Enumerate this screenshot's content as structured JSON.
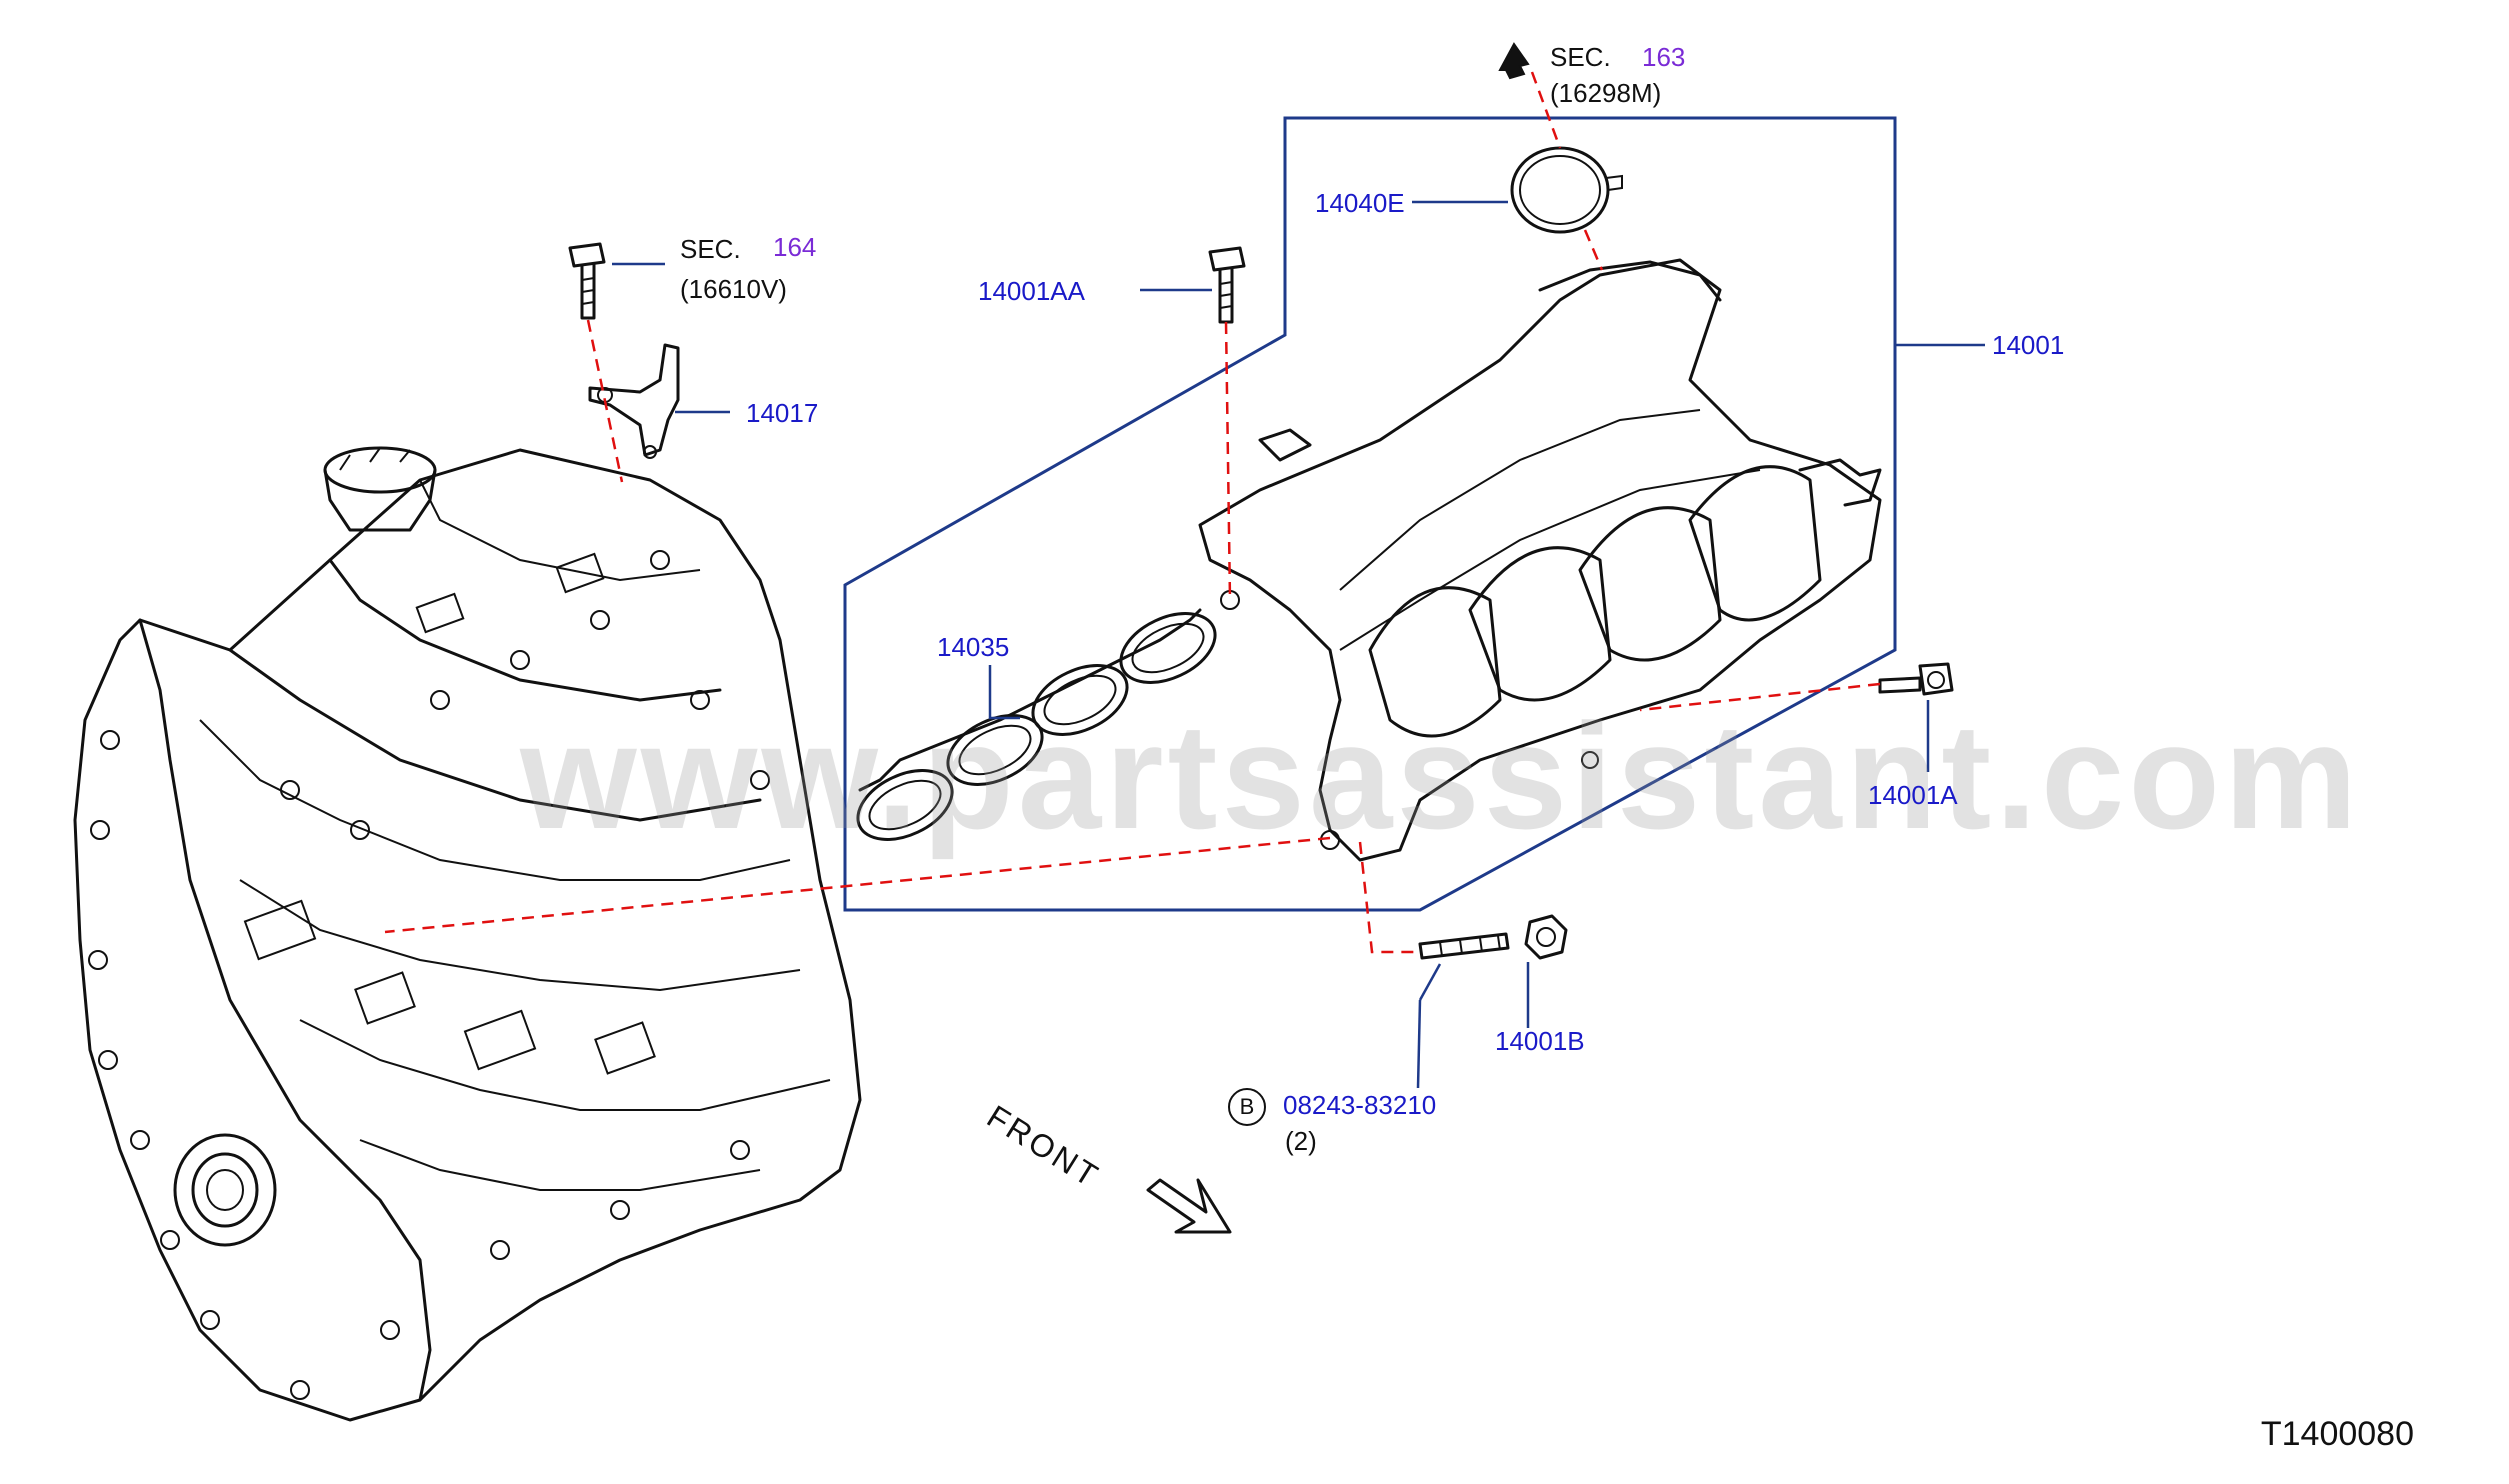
{
  "diagram": {
    "id": "T1400080",
    "watermark": "www.partsassistant.com",
    "front_label": "FRONT",
    "colors": {
      "part_link": "#1a1ac8",
      "section_link": "#7a2bd6",
      "leader_dash": "#e01010",
      "group_box": "#1e3a8a"
    }
  },
  "callouts": {
    "sec164": {
      "prefix": "SEC.",
      "number": "164",
      "sub": "(16610V)"
    },
    "sec163": {
      "prefix": "SEC.",
      "number": "163",
      "sub": "(16298M)"
    },
    "p14017": "14017",
    "p14001AA": "14001AA",
    "p14040E": "14040E",
    "p14001": "14001",
    "p14035": "14035",
    "p14001A": "14001A",
    "p14001B": "14001B",
    "bolt": {
      "badge": "B",
      "number": "08243-83210",
      "qty": "(2)"
    }
  }
}
